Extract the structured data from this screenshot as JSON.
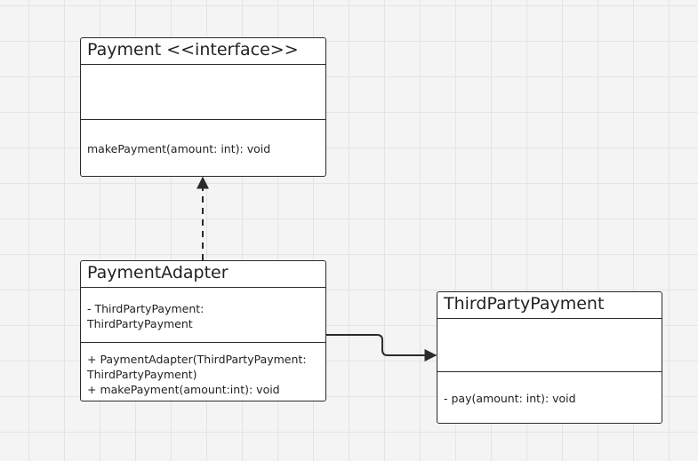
{
  "classes": {
    "payment": {
      "title": "Payment <<interface>>",
      "attributes": [],
      "operations": [
        "makePayment(amount: int): void"
      ]
    },
    "adapter": {
      "title": "PaymentAdapter",
      "attributes": [
        "- ThirdPartyPayment:",
        "ThirdPartyPayment"
      ],
      "operations": [
        "+ PaymentAdapter(ThirdPartyPayment:",
        "ThirdPartyPayment)",
        "+ makePayment(amount:int): void"
      ]
    },
    "third_party": {
      "title": "ThirdPartyPayment",
      "attributes": [],
      "operations": [
        "- pay(amount: int): void"
      ]
    }
  },
  "relations": [
    {
      "from": "adapter",
      "to": "payment",
      "kind": "realization",
      "style": "dashed"
    },
    {
      "from": "adapter",
      "to": "third_party",
      "kind": "association",
      "style": "solid"
    }
  ],
  "colors": {
    "stroke": "#2a2a2a",
    "background": "#f4f4f4",
    "grid": "#e4e4e4"
  }
}
